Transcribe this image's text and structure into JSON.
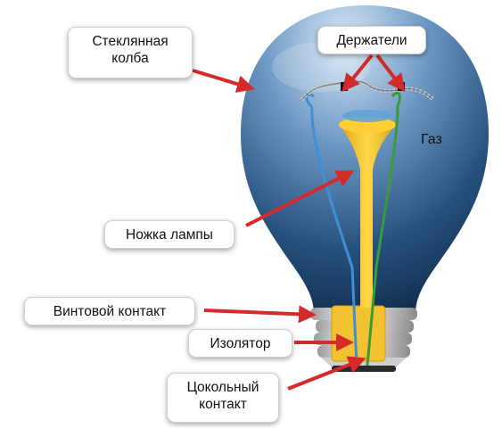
{
  "labels": {
    "glass_bulb": "Стеклянная\nколба",
    "holders": "Держатели",
    "gas": "Газ",
    "lamp_stem": "Ножка лампы",
    "screw_contact": "Винтовой контакт",
    "insulator": "Изолятор",
    "base_contact": "Цокольный\nконтакт"
  },
  "colors": {
    "arrow": "#d42a2a",
    "bulb_dark": "#0d2846",
    "bulb_mid": "#4a78a8",
    "bulb_light": "#d8e8f6",
    "stem_yellow": "#f2c230",
    "wire_blue": "#3f8ed8",
    "wire_green": "#3b9a3a",
    "base_metal": "#d2d2d2",
    "label_bg": "#ffffff"
  }
}
